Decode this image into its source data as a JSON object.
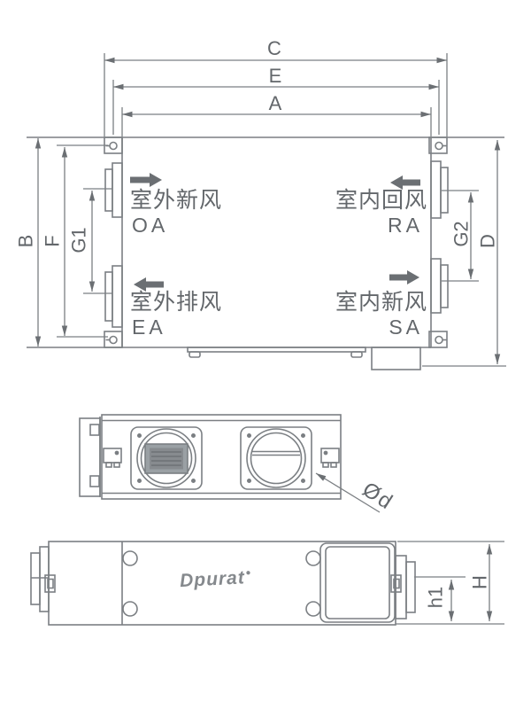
{
  "colors": {
    "line": "#7b7f83",
    "text": "#63676b",
    "arrow_fill": "#6b6f73",
    "motor_fill_outer": "#9aa0a4",
    "motor_fill_inner": "#878b8f",
    "background": "#ffffff"
  },
  "top": {
    "dims": {
      "C": "C",
      "E": "E",
      "A": "A",
      "B": "B",
      "F": "F",
      "G1": "G1",
      "G2": "G2",
      "D": "D"
    },
    "ports": {
      "oa": {
        "cn": "室外新风",
        "code": "OA",
        "arrow_direction": "right"
      },
      "ra": {
        "cn": "室内回风",
        "code": "RA",
        "arrow_direction": "left"
      },
      "ea": {
        "cn": "室外排风",
        "code": "EA",
        "arrow_direction": "left"
      },
      "sa": {
        "cn": "室内新风",
        "code": "SA",
        "arrow_direction": "right"
      }
    }
  },
  "end": {
    "phi": "Ød"
  },
  "bottom": {
    "brand": "Dpurat",
    "mark": "●",
    "dims": {
      "h1": "h1",
      "H": "H"
    }
  }
}
